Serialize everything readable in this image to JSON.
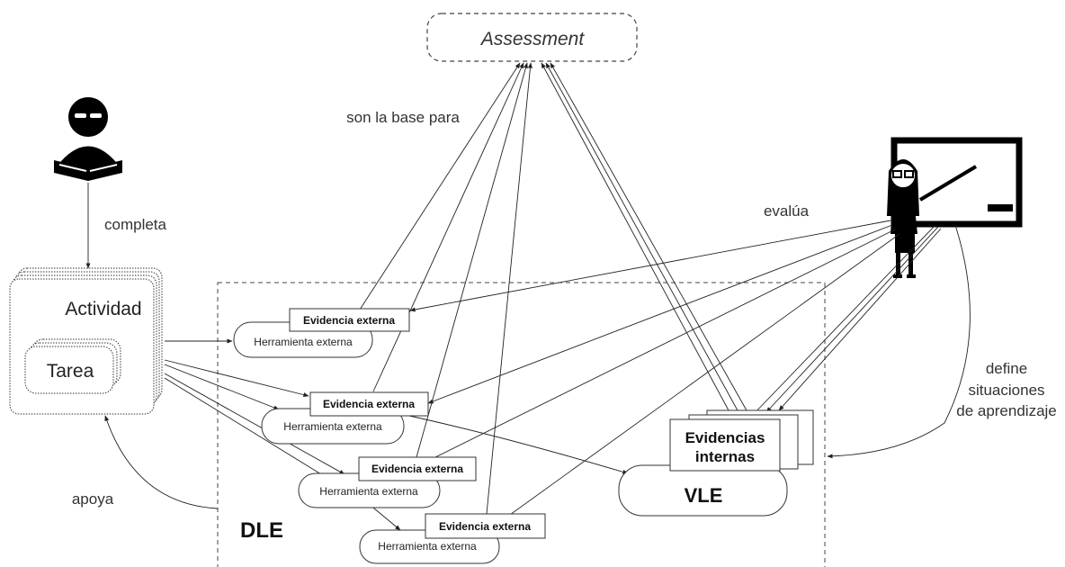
{
  "assessment": {
    "label": "Assessment"
  },
  "labels": {
    "son_la_base": "son la base para",
    "completa": "completa",
    "evalua": "evalúa",
    "apoya": "apoya",
    "define_1": "define",
    "define_2": "situaciones",
    "define_3": "de aprendizaje"
  },
  "actividad": {
    "label": "Actividad"
  },
  "tarea": {
    "label": "Tarea"
  },
  "dle": {
    "label": "DLE"
  },
  "vle": {
    "label": "VLE"
  },
  "evidencias_internas": {
    "line1": "Evidencias",
    "line2": "internas"
  },
  "tools": [
    {
      "tool": "Herramienta externa",
      "evidence": "Evidencia externa"
    },
    {
      "tool": "Herramienta externa",
      "evidence": "Evidencia externa"
    },
    {
      "tool": "Herramienta externa",
      "evidence": "Evidencia externa"
    },
    {
      "tool": "Herramienta externa",
      "evidence": "Evidencia externa"
    }
  ],
  "icons": {
    "student": "student-reading-icon",
    "teacher": "teacher-icon"
  }
}
